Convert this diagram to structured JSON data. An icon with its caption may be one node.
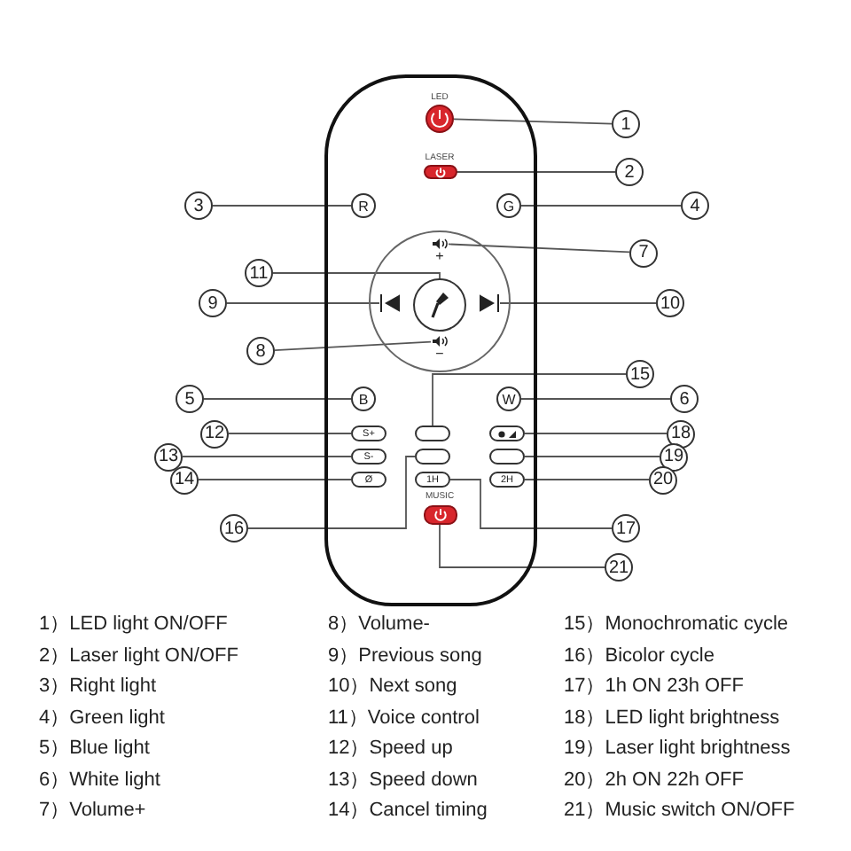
{
  "diagram": {
    "nodes": [
      {
        "text": [],
        "shape": "box"
      },
      {
        "text": [
          "LED"
        ],
        "in": 0
      },
      {
        "text": [
          "LASER"
        ],
        "in": 0
      },
      {
        "text": [
          "R"
        ],
        "in": 0
      },
      {
        "text": [
          "G"
        ],
        "in": 0
      },
      {
        "text": [],
        "shape": "circle",
        "in": 0
      },
      {
        "text": [
          "+"
        ],
        "in": 5
      },
      {
        "text": [],
        "shape": "circle",
        "in": 5
      },
      {
        "text": [],
        "shape": "triangle",
        "in": 5
      },
      {
        "text": [],
        "shape": "triangle",
        "in": 5
      },
      {
        "text": [
          "−"
        ],
        "in": 5
      },
      {
        "text": [
          "B"
        ],
        "in": 0
      },
      {
        "text": [
          "W"
        ],
        "in": 0
      },
      {
        "text": [
          "S+"
        ],
        "in": 0
      },
      {
        "text": [
          "S-"
        ],
        "in": 0
      },
      {
        "text": [
          "Ø"
        ],
        "in": 0
      },
      {
        "text": [],
        "shape": "box",
        "in": 0
      },
      {
        "text": [],
        "shape": "box",
        "in": 0
      },
      {
        "text": [
          "1H"
        ],
        "in": 0
      },
      {
        "text": [
          "MUSIC"
        ],
        "in": 0
      },
      {
        "text": [],
        "shape": "box",
        "in": 0
      },
      {
        "text": [],
        "shape": "box",
        "in": 0
      },
      {
        "text": [
          "2H"
        ],
        "in": 0
      },
      {
        "text": [
          "1"
        ]
      },
      {
        "text": [
          "2"
        ]
      },
      {
        "text": [
          "3"
        ]
      },
      {
        "text": [
          "4"
        ]
      },
      {
        "text": [
          "5"
        ]
      },
      {
        "text": [
          "6"
        ]
      },
      {
        "text": [
          "7"
        ]
      },
      {
        "text": [
          "8"
        ]
      },
      {
        "text": [
          "9"
        ]
      },
      {
        "text": [
          "10"
        ]
      },
      {
        "text": [
          "11"
        ]
      },
      {
        "text": [
          "12"
        ]
      },
      {
        "text": [
          "13"
        ]
      },
      {
        "text": [
          "14"
        ]
      },
      {
        "text": [
          "15"
        ]
      },
      {
        "text": [
          "16"
        ]
      },
      {
        "text": [
          "17"
        ]
      },
      {
        "text": [
          "18"
        ]
      },
      {
        "text": [
          "19"
        ]
      },
      {
        "text": [
          "20"
        ]
      },
      {
        "text": [
          "21"
        ]
      }
    ],
    "edges": [
      {
        "from": 23,
        "to": 1,
        "arrow": "none"
      },
      {
        "from": 24,
        "to": 2,
        "arrow": "none"
      },
      {
        "from": 25,
        "to": 3,
        "arrow": "none"
      },
      {
        "from": 26,
        "to": 4,
        "arrow": "none"
      },
      {
        "from": 27,
        "to": 11,
        "arrow": "none"
      },
      {
        "from": 28,
        "to": 12,
        "arrow": "none"
      },
      {
        "from": 29,
        "to": 6,
        "arrow": "none"
      },
      {
        "from": 30,
        "to": 10,
        "arrow": "none"
      },
      {
        "from": 31,
        "to": 8,
        "arrow": "none"
      },
      {
        "from": 32,
        "to": 9,
        "arrow": "none"
      },
      {
        "from": 33,
        "to": 7,
        "arrow": "none"
      },
      {
        "from": 34,
        "to": 13,
        "arrow": "none"
      },
      {
        "from": 35,
        "to": 14,
        "arrow": "none"
      },
      {
        "from": 36,
        "to": 15,
        "arrow": "none"
      },
      {
        "from": 37,
        "to": 16,
        "arrow": "none"
      },
      {
        "from": 38,
        "to": 17,
        "arrow": "none"
      },
      {
        "from": 39,
        "to": 18,
        "arrow": "none"
      },
      {
        "from": 40,
        "to": 20,
        "arrow": "none"
      },
      {
        "from": 41,
        "to": 21,
        "arrow": "none"
      },
      {
        "from": 42,
        "to": 22,
        "arrow": "none"
      },
      {
        "from": 43,
        "to": 19,
        "arrow": "none"
      }
    ],
    "labels": [
      "1）LED light ON/OFF",
      "2）Laser light ON/OFF",
      "3）Right light",
      "4）Green light",
      "5）Blue light",
      "6）White light",
      "7）Volume+",
      "8）Volume-",
      "9）Previous song",
      "10）Next song",
      "11）Voice control",
      "12）Speed up",
      "13）Speed down",
      "14）Cancel timing",
      "15）Monochromatic cycle",
      "16）Bicolor cycle",
      "17）1h ON 23h OFF",
      "18）LED light brightness",
      "19）Laser light brightness",
      "20）2h ON 22h OFF",
      "21）Music switch ON/OFF"
    ]
  }
}
